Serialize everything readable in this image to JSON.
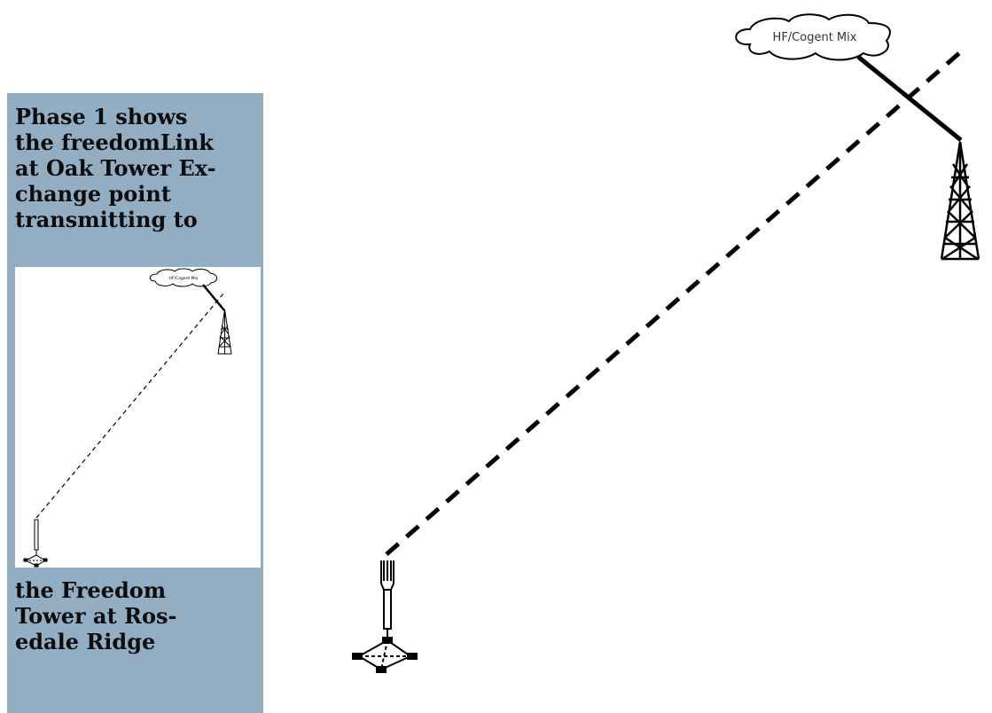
{
  "caption": {
    "top": "Phase 1 shows\nthe freedomLink\nat Oak Tower Ex-\nchange point\ntransmitting to",
    "bottom": "the  Freedom\nTower at Ros-\nedale Ridge"
  },
  "diagram": {
    "cloud_label": "HF/Cogent Mix",
    "link_style": "dashed",
    "colors": {
      "panel": "#93aec3",
      "ink": "#000000"
    }
  }
}
